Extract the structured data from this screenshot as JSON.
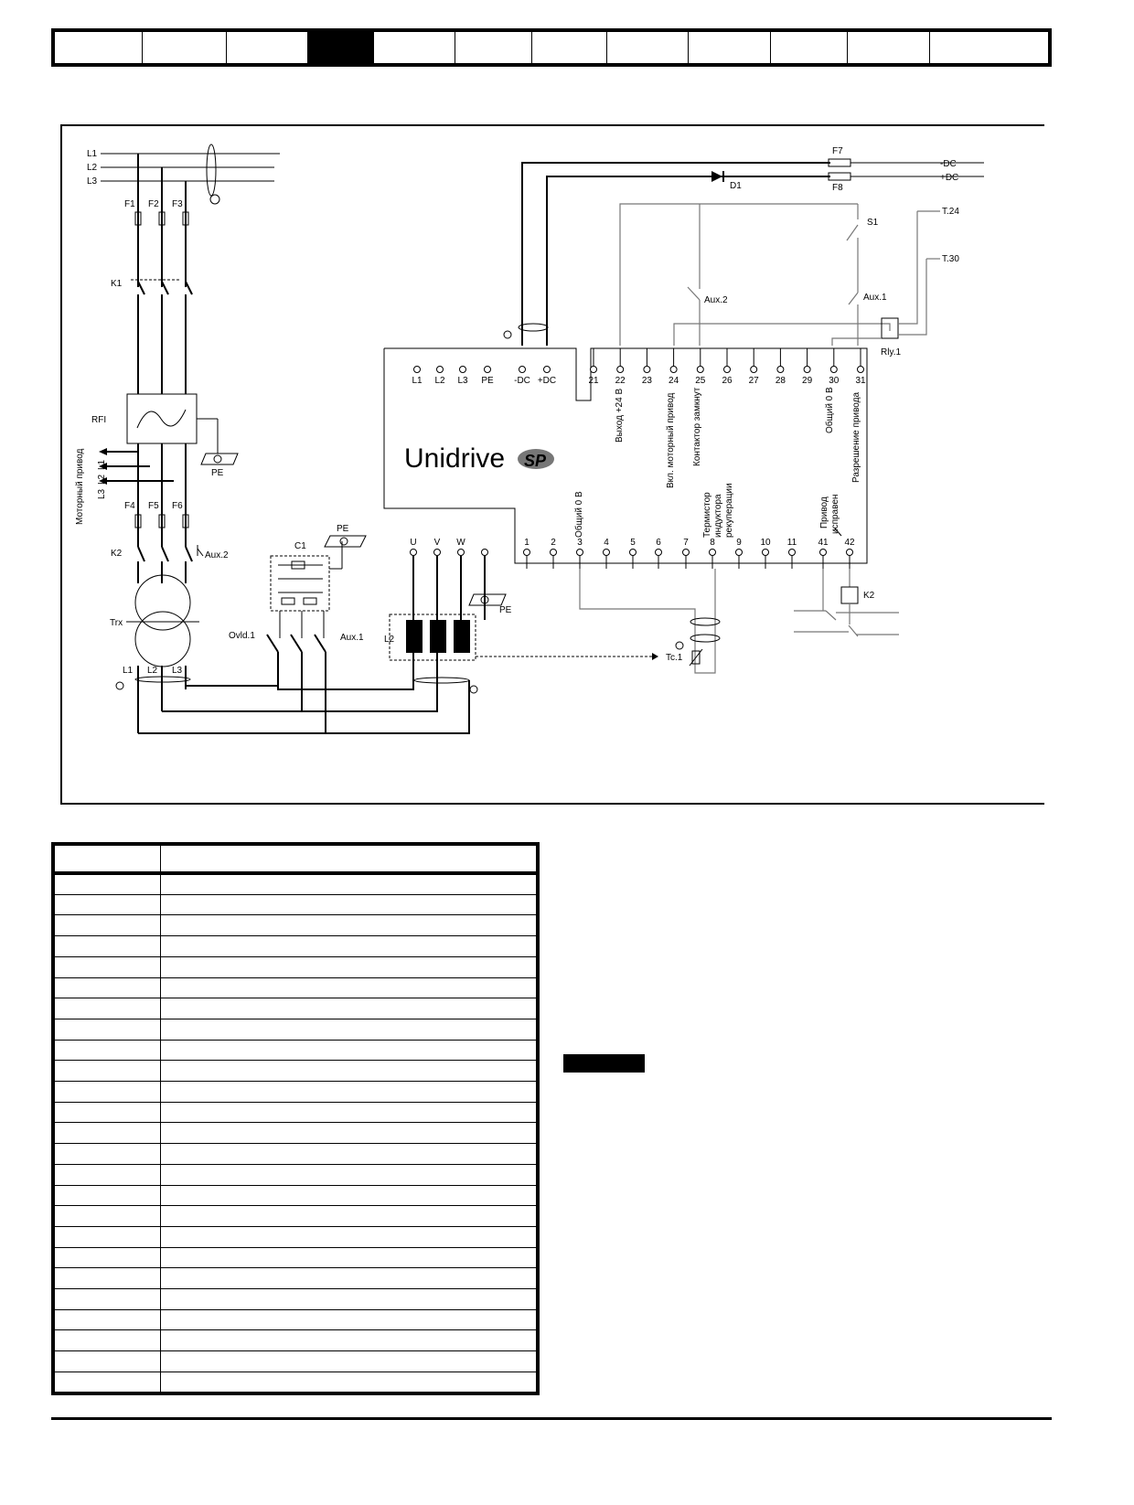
{
  "header": {
    "tabs": [
      {
        "active": false
      },
      {
        "active": false
      },
      {
        "active": false
      },
      {
        "active": true
      },
      {
        "active": false
      },
      {
        "active": false
      },
      {
        "active": false
      },
      {
        "active": false
      },
      {
        "active": false
      },
      {
        "active": false
      },
      {
        "active": false
      },
      {
        "active": false
      }
    ]
  },
  "diagram": {
    "brand": "Unidrive",
    "brand_mark": "SP",
    "supply_lines": [
      "L1",
      "L2",
      "L3"
    ],
    "fuses_supply": [
      "F1",
      "F2",
      "F3"
    ],
    "fuses_lower": [
      "F4",
      "F5",
      "F6"
    ],
    "contactor_k1": "K1",
    "contactor_k2": "K2",
    "rfi": "RFI",
    "pe": "PE",
    "motor_drive": "Моторный привод",
    "motor_l1": "L1",
    "motor_l2": "L2",
    "motor_l3": "L3",
    "aux2_left": "Aux.2",
    "transformer": "Trx",
    "trx_outputs": [
      "L1",
      "L2",
      "L3"
    ],
    "capacitor": "C1",
    "overload": "Ovld.1",
    "aux1_left": "Aux.1",
    "choke": "L2",
    "uvw": [
      "U",
      "V",
      "W"
    ],
    "power_terminals": [
      "L1",
      "L2",
      "L3",
      "PE",
      "-DC",
      "+DC"
    ],
    "control_top": [
      "21",
      "22",
      "23",
      "24",
      "25",
      "26",
      "27",
      "28",
      "29",
      "30",
      "31"
    ],
    "label_22": "Выход +24 В",
    "label_24": "Вкл. моторный привод",
    "label_25": "Контактор замкнут",
    "label_30": "Общий 0 В",
    "label_31": "Разрешение привода",
    "control_bottom": [
      "1",
      "2",
      "3",
      "4",
      "5",
      "6",
      "7",
      "8",
      "9",
      "10",
      "11",
      "41",
      "42"
    ],
    "label_3": "Общий 0 В",
    "label_8_l1": "Термистор",
    "label_8_l2": "индуктора",
    "label_8_l3": "рекуперации",
    "label_41_l1": "Привод",
    "label_41_l2": "исправен",
    "k2_coil": "K2",
    "tc1": "Tc.1",
    "fuse_f7": "F7",
    "fuse_f8": "F8",
    "dc_minus": "-DC",
    "dc_plus": "+DC",
    "diode": "D1",
    "switch_s1": "S1",
    "t24": "T.24",
    "t30": "T.30",
    "aux2_right": "Aux.2",
    "aux1_right": "Aux.1",
    "relay": "Rly.1"
  },
  "table": {
    "row_count": 25
  }
}
